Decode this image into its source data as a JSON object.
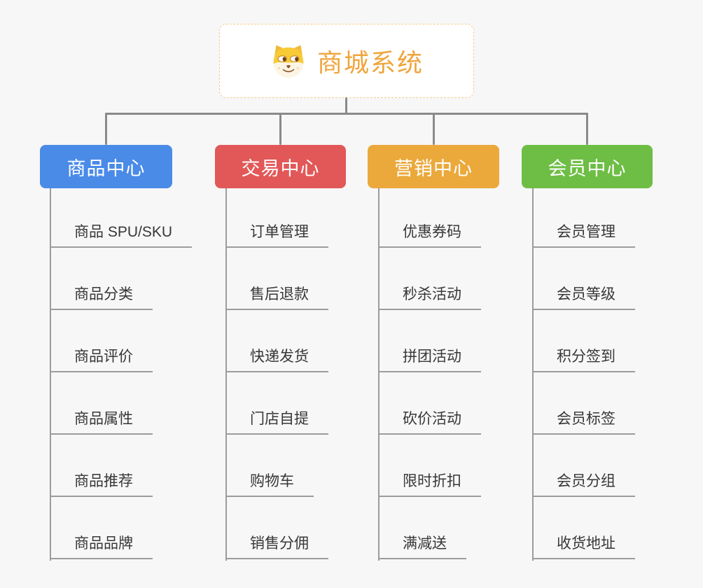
{
  "app": {
    "background_color": "#F7F7F7",
    "connector_color": "#8A8A8A",
    "leaf_line_color": "#9C9C9C"
  },
  "root": {
    "title": "商城系统",
    "icon": "dog-face-icon",
    "text_color": "#F0A53C",
    "border_color": "#F3CB8B",
    "background": "#FFFFFF"
  },
  "branches": [
    {
      "id": "product-center",
      "label": "商品中心",
      "color": "#4A8BE8",
      "items": [
        "商品 SPU/SKU",
        "商品分类",
        "商品评价",
        "商品属性",
        "商品推荐",
        "商品品牌"
      ]
    },
    {
      "id": "trade-center",
      "label": "交易中心",
      "color": "#E25858",
      "items": [
        "订单管理",
        "售后退款",
        "快递发货",
        "门店自提",
        "购物车",
        "销售分佣"
      ]
    },
    {
      "id": "marketing-center",
      "label": "营销中心",
      "color": "#EBA93C",
      "items": [
        "优惠券码",
        "秒杀活动",
        "拼团活动",
        "砍价活动",
        "限时折扣",
        "满减送"
      ]
    },
    {
      "id": "member-center",
      "label": "会员中心",
      "color": "#6EBE45",
      "items": [
        "会员管理",
        "会员等级",
        "积分签到",
        "会员标签",
        "会员分组",
        "收货地址"
      ]
    }
  ]
}
